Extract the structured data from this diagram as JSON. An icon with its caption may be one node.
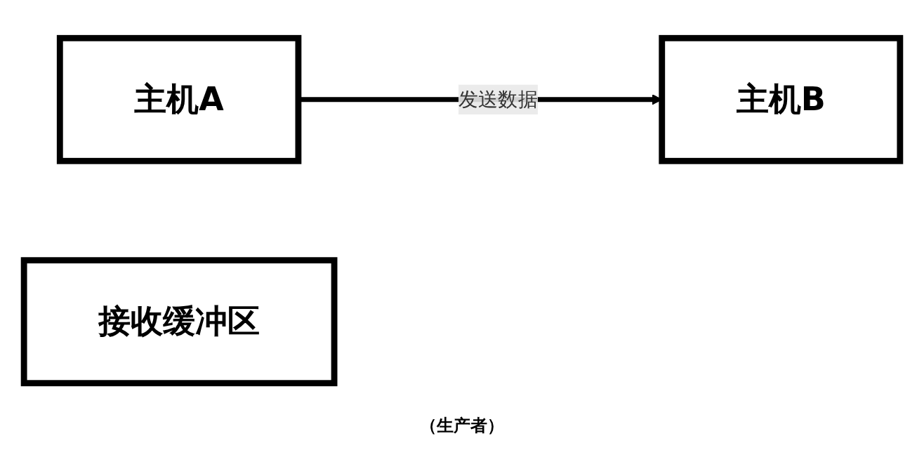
{
  "diagram": {
    "nodes": [
      {
        "text": [
          "主机A"
        ]
      },
      {
        "text": [
          "主机B"
        ]
      },
      {
        "text": [
          "接收缓冲区"
        ]
      }
    ],
    "edges": [
      {
        "from": 0,
        "to": 1,
        "arrow": "to",
        "label": "发送数据"
      }
    ],
    "labels": [
      "（生产者）"
    ]
  }
}
